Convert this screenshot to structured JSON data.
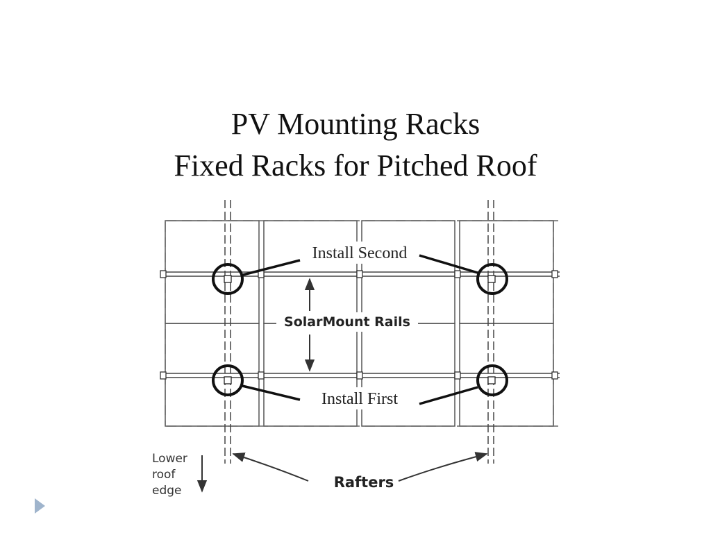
{
  "slide": {
    "title_line1": "PV Mounting Racks",
    "title_line2": "Fixed Racks for Pitched Roof"
  },
  "diagram": {
    "label_install_second": "Install Second",
    "label_install_first": "Install First",
    "label_rails": "SolarMount Rails",
    "label_rafters": "Rafters",
    "lower_roof_edge": [
      "Lower",
      "roof",
      "edge"
    ]
  },
  "colors": {
    "line": "#333333",
    "nav_arrow": "#9fb4cc"
  },
  "icons": {
    "next_slide": "triangle-right-icon"
  }
}
